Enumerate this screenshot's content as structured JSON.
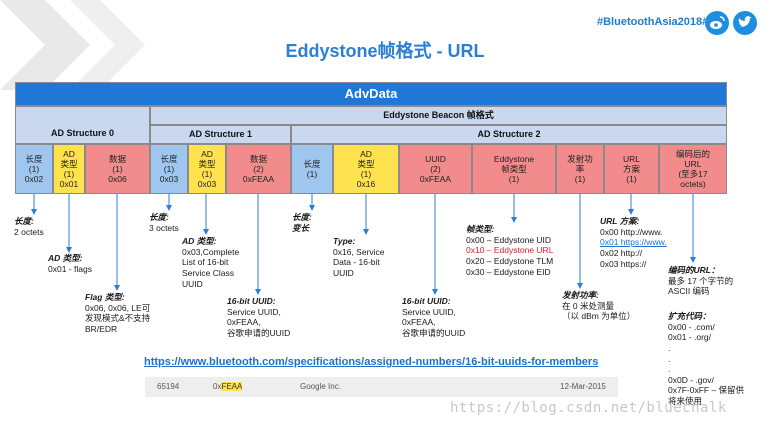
{
  "header": {
    "hashtag": "#BluetoothAsia2018#",
    "title": "Eddystone帧格式 - URL"
  },
  "advdata": "AdvData",
  "beacon_label": "Eddystone Beacon 帧格式",
  "structures": {
    "s0": "AD Structure 0",
    "s1": "AD Structure 1",
    "s2": "AD Structure 2"
  },
  "fields": [
    {
      "lines": [
        "长度",
        "(1)",
        "0x02"
      ],
      "color": "blue"
    },
    {
      "lines": [
        "AD",
        "类型",
        "(1)",
        "0x01"
      ],
      "color": "yellow"
    },
    {
      "lines": [
        "数据",
        "(1)",
        "0x06"
      ],
      "color": "red"
    },
    {
      "lines": [
        "长度",
        "(1)",
        "0x03"
      ],
      "color": "blue"
    },
    {
      "lines": [
        "AD",
        "类型",
        "(1)",
        "0x03"
      ],
      "color": "yellow"
    },
    {
      "lines": [
        "数据",
        "(2)",
        "0xFEAA"
      ],
      "color": "red"
    },
    {
      "lines": [
        "长度",
        "(1)"
      ],
      "color": "blue"
    },
    {
      "lines": [
        "AD",
        "类型",
        "(1)",
        "0x16"
      ],
      "color": "yellow"
    },
    {
      "lines": [
        "UUID",
        "(2)",
        "0xFEAA"
      ],
      "color": "red"
    },
    {
      "lines": [
        "Eddystone",
        "帧类型",
        "(1)"
      ],
      "color": "red"
    },
    {
      "lines": [
        "发射功",
        "率",
        "(1)"
      ],
      "color": "red"
    },
    {
      "lines": [
        "URL",
        "方案",
        "(1)"
      ],
      "color": "red"
    },
    {
      "lines": [
        "编码后的",
        "URL",
        "(至多17",
        "octets)"
      ],
      "color": "red"
    }
  ],
  "notes": {
    "len0": {
      "title": "长度:",
      "lines": [
        "2 octets"
      ]
    },
    "adtype0": {
      "title": "AD 类型:",
      "lines": [
        "0x01 - flags"
      ]
    },
    "flag": {
      "title": "Flag 类型:",
      "lines": [
        "0x06, 0x06, LE可",
        "发现模式&不支持",
        "BR/EDR"
      ]
    },
    "len1": {
      "title": "长度:",
      "lines": [
        "3 octets"
      ]
    },
    "adtype1": {
      "title": "AD 类型:",
      "lines": [
        "0x03,Complete",
        "List of 16-bit",
        "Service Class",
        "UUID"
      ]
    },
    "uuid1": {
      "title": "16-bit UUID:",
      "lines": [
        "Service UUID,",
        "0xFEAA,",
        "谷歌申请的UUID"
      ]
    },
    "len2": {
      "title": "长度:",
      "lines": [
        "变长"
      ]
    },
    "type2": {
      "title": "Type:",
      "lines": [
        "0x16, Service",
        "Data - 16-bit",
        "UUID"
      ]
    },
    "uuid2": {
      "title": "16-bit UUID:",
      "lines": [
        "Service UUID,",
        "0xFEAA,",
        "谷歌申请的UUID"
      ]
    },
    "frame": {
      "title": "帧类型:",
      "lines": [
        "0x00 – Eddystone UID",
        "0x10 – Eddystone URL",
        "0x20 – Eddystone TLM",
        "0x30 – Eddystone EID"
      ]
    },
    "power": {
      "title": "发射功率:",
      "lines": [
        "在 0 米处测量",
        "（以 dBm 为单位）"
      ]
    },
    "scheme": {
      "title": "URL 方案:",
      "lines": [
        "0x00 http://www.",
        "0x01 https://www.",
        "0x02 http://",
        "0x03 https://"
      ]
    },
    "encoded": {
      "title": "编码的URL：",
      "lines": [
        "最多 17 个字节的",
        "ASCII 编码"
      ]
    },
    "ext": {
      "title": "扩充代码：",
      "lines": [
        "0x00 - .com/",
        "0x01 - .org/",
        ".",
        ".",
        ".",
        "0x0D - .gov/",
        "0x7F-0xFF – 保留供",
        "将来使用"
      ]
    }
  },
  "link": "https://www.bluetooth.com/specifications/assigned-numbers/16-bit-uuids-for-members",
  "table_row": {
    "id": "65194",
    "uuid_prefix": "0x",
    "uuid_hl": "FEAA",
    "company": "Google Inc.",
    "date": "12-Mar-2015"
  },
  "watermark": "https://blog.csdn.net/bluechalk",
  "colors": {
    "accent": "#1f77d8",
    "header": "#c9d8ee",
    "blue": "#9fc6ee",
    "yellow": "#ffe24d",
    "red": "#f28b8b",
    "highlight_text": "#e02020"
  }
}
